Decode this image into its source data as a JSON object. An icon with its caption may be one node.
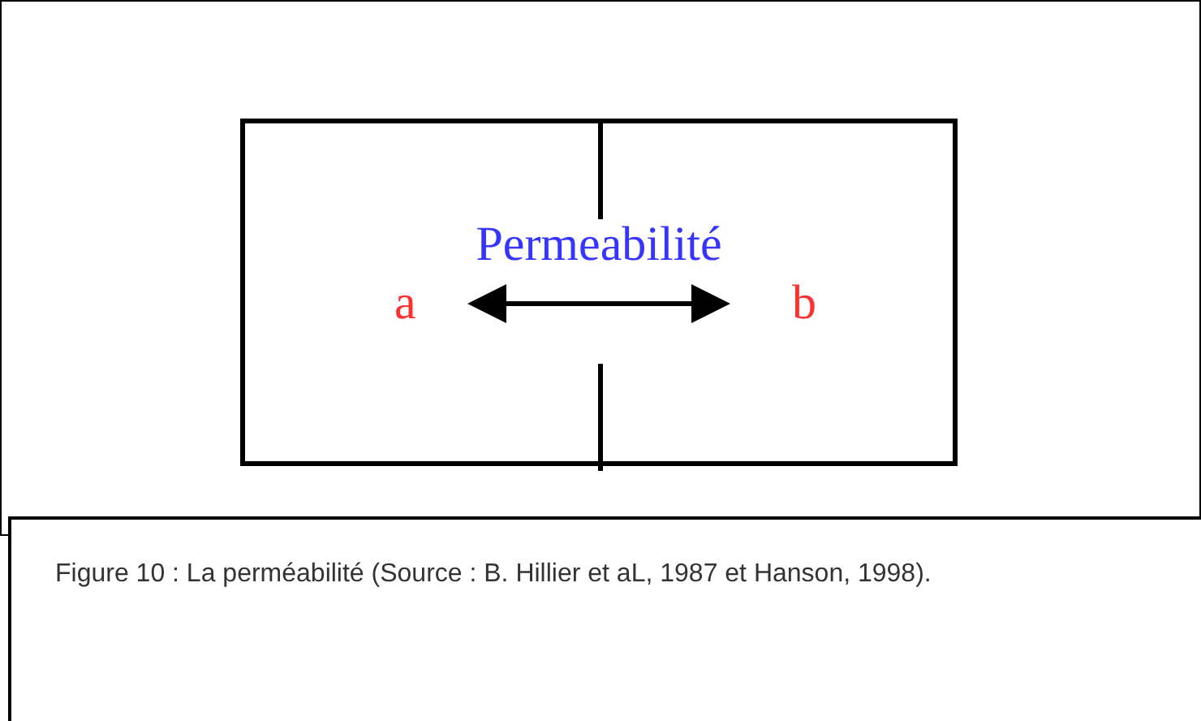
{
  "diagram": {
    "caption": "Figure 10 : La perméabilité (Source :  B. Hillier et aL, 1987  et Hanson, 1998).",
    "nodes": [
      {
        "text": [],
        "shape": "box"
      },
      {
        "text": [
          "a"
        ],
        "in": 0
      },
      {
        "text": [
          "b"
        ],
        "in": 0
      }
    ],
    "edges": [
      {
        "from": 1,
        "to": 2,
        "arrow": "both",
        "label": "Permeabilité"
      }
    ]
  }
}
